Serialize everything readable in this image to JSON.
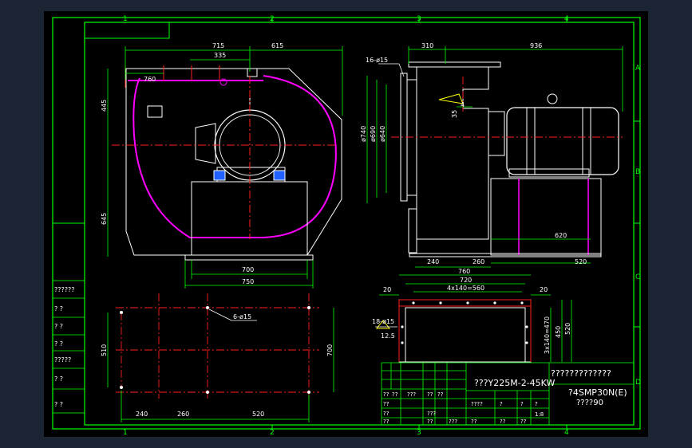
{
  "colors": {
    "background": "#1b2432",
    "sheet": "#000000",
    "frame": "#00ff00",
    "line": "#ffffff",
    "dim": "#00ff00",
    "center": "#ff2020",
    "impeller": "#ff00ff",
    "yellow": "#ffff00"
  },
  "border": {
    "cols": [
      "1",
      "2",
      "3",
      "4"
    ],
    "rows": [
      "A",
      "B",
      "C",
      "D"
    ]
  },
  "front_view": {
    "dims": [
      "715",
      "615",
      "335",
      "760",
      "445",
      "645",
      "700",
      "750"
    ]
  },
  "base_plan": {
    "dims": [
      "510",
      "700",
      "240",
      "260",
      "520"
    ],
    "hole_note": "6-ø15"
  },
  "side_view": {
    "dims": [
      "310",
      "936",
      "16-ø15",
      "ø740",
      "ø690",
      "ø640",
      "35",
      "4",
      "240",
      "260",
      "520",
      "620"
    ]
  },
  "base_side": {
    "dims": [
      "760",
      "720",
      "20",
      "20",
      "4x140=560",
      "18-ø15",
      "12.5",
      "3x140=470",
      "450",
      "520"
    ]
  },
  "title_block": {
    "model": "???Y225M-2-45KW",
    "title": "?????????????",
    "drawing_no": "?4SMP30N(E)",
    "sub": "????90",
    "scale": "1:8",
    "cells": [
      "??",
      "??",
      "??",
      "??",
      "???",
      "??",
      "??",
      "???",
      "??",
      "??",
      "??",
      "??",
      "??",
      "???",
      "????",
      "?",
      "?",
      "?"
    ]
  },
  "left_table": {
    "rows": [
      "??????",
      "?  ?",
      "?  ?",
      "?  ?",
      "?????",
      "?  ?",
      "?  ?"
    ]
  }
}
